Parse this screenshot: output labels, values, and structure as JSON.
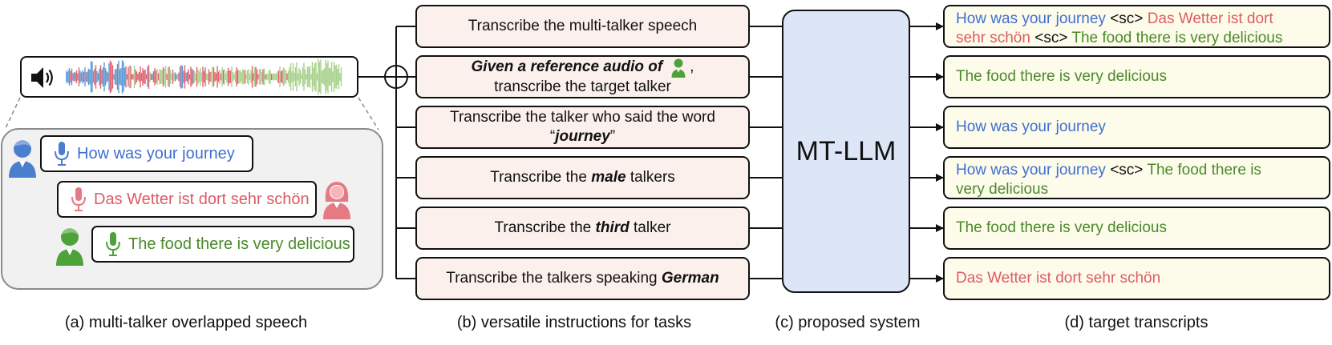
{
  "waveform": {
    "speaker_icon": "speaker-icon",
    "colors": {
      "blue": "#5b9bd5",
      "red": "#e06470",
      "green": "#a9d18e"
    }
  },
  "speakers": [
    {
      "text": "How was your journey",
      "color": "#3f6fd0",
      "avatar": "male-speaker-icon"
    },
    {
      "text": "Das Wetter ist dort sehr schön",
      "color": "#dc5c64",
      "avatar": "female-speaker-icon"
    },
    {
      "text": "The food there is very delicious",
      "color": "#4a8a2a",
      "avatar": "male-speaker-icon"
    }
  ],
  "instructions": {
    "i1": "Transcribe the multi-talker speech",
    "i2_bold": "Given a reference audio of",
    "i2_tail": ",",
    "i2_line2": "transcribe the target talker",
    "i3_line1": "Transcribe the talker who said the word",
    "i3_open": "“",
    "i3_bold": "journey",
    "i3_close": "”",
    "i4_pre": "Transcribe the",
    "i4_bold": "male",
    "i4_post": "talkers",
    "i5_pre": "Transcribe the",
    "i5_bold": "third",
    "i5_post": "talker",
    "i6_pre": "Transcribe the talkers speaking",
    "i6_bold": "German"
  },
  "system": {
    "label": "MT-LLM"
  },
  "sc_token": "<sc>",
  "outputs": {
    "o1_a": "How was your journey",
    "o1_b": "Das Wetter ist dort",
    "o1_c": "sehr schön",
    "o1_d": "The food there is very delicious",
    "o2": "The food there is very delicious",
    "o3": "How was your journey",
    "o4_a": "How was your journey",
    "o4_b": "The food there is",
    "o4_c": "very delicious",
    "o5": "The food there is very delicious",
    "o6": "Das Wetter ist dort sehr schön"
  },
  "captions": {
    "a": "(a) multi-talker overlapped speech",
    "b": "(b) versatile instructions for tasks",
    "c": "(c) proposed system",
    "d": "(d) target transcripts"
  }
}
